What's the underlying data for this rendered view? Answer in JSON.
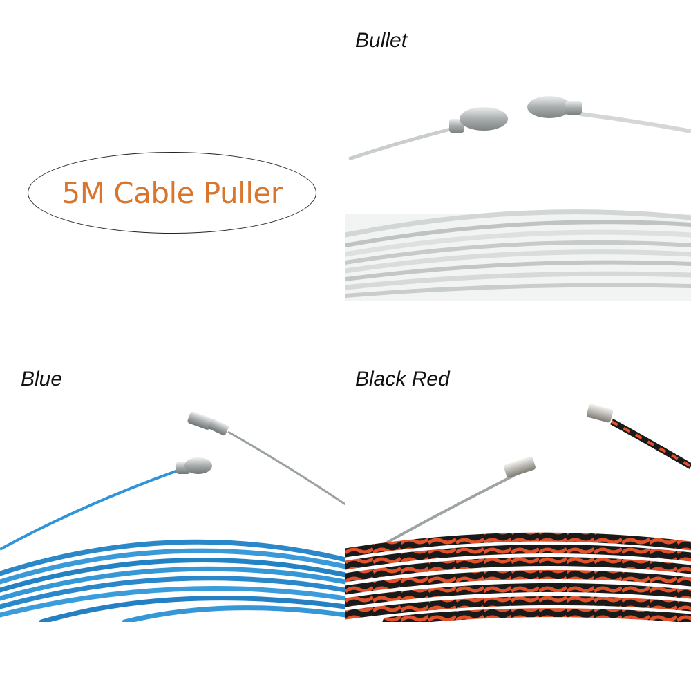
{
  "title": "5M Cable Puller",
  "variants": {
    "bullet": "Bullet",
    "blue": "Blue",
    "black_red": "Black Red"
  },
  "colors": {
    "title": "#d8762e",
    "bullet_wire": "#cfd3d2",
    "blue_wire": "#2c8fd1",
    "black_wire": "#1a1a1a",
    "red_wire": "#e2522a",
    "metal_tip": "#b9bdbd"
  }
}
